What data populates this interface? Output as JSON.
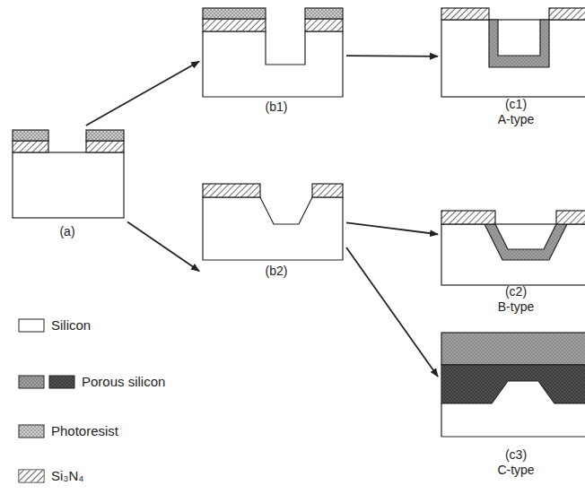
{
  "diagram": {
    "nodes": [
      {
        "text": [
          "(a)"
        ]
      },
      {
        "text": [
          "(b1)"
        ]
      },
      {
        "text": [
          "(c1)",
          "A-type"
        ]
      },
      {
        "text": [
          "(b2)"
        ]
      },
      {
        "text": [
          "(c2)",
          "B-type"
        ]
      },
      {
        "text": [
          "(c3)",
          "C-type"
        ]
      }
    ],
    "edges": [
      {
        "from": 0,
        "to": 1,
        "arrow": "to"
      },
      {
        "from": 1,
        "to": 2,
        "arrow": "to"
      },
      {
        "from": 0,
        "to": 3,
        "arrow": "to"
      },
      {
        "from": 3,
        "to": 4,
        "arrow": "to"
      },
      {
        "from": 3,
        "to": 5,
        "arrow": "to"
      }
    ],
    "legend": [
      {
        "text": "Silicon",
        "color": "#ffffff"
      },
      {
        "text": "Porous silicon",
        "color": "#a0a0a0"
      },
      {
        "text": "Photoresist",
        "color": "#cfcfcf"
      },
      {
        "text": "Si₃N₄"
      }
    ]
  }
}
